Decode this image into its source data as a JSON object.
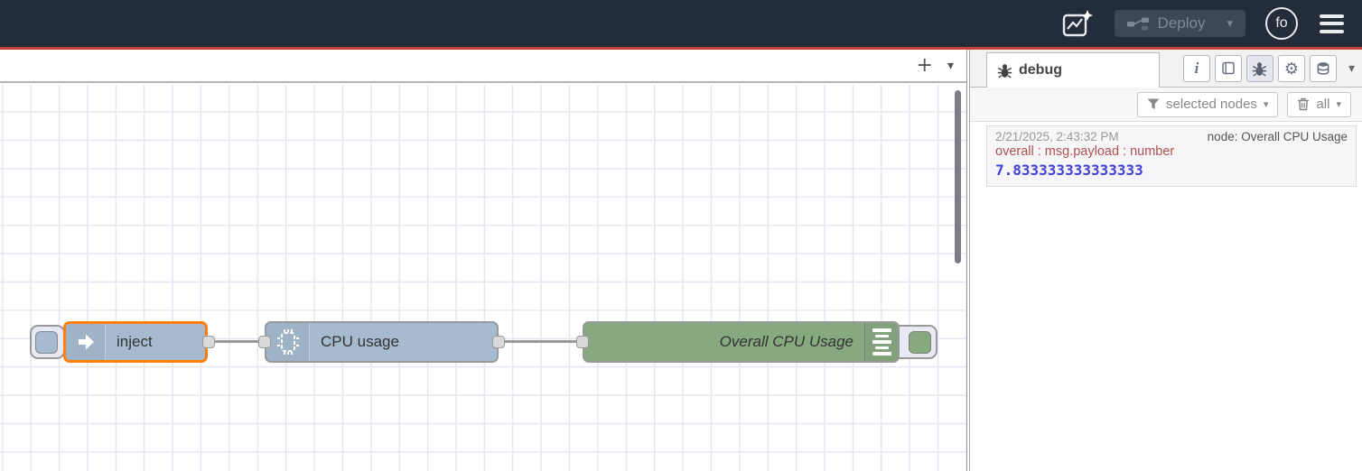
{
  "colors": {
    "header_bg": "#232d3a",
    "header_accent_line": "#c4413a",
    "deploy_bg": "#3e4754",
    "deploy_text": "#7e8795",
    "canvas_grid": "#e6e6f2",
    "node_blue": "#a6bbcf",
    "node_green": "#87a980",
    "node_border": "#999999",
    "selected_node_border": "#ff7f0e",
    "wire": "#999999",
    "port_bg": "#d9d9d9",
    "debug_property_text": "#b05050",
    "debug_value_text": "#4040d6"
  },
  "header": {
    "deploy": {
      "label": "Deploy",
      "caret": "▾"
    },
    "avatar_initials": "fo",
    "icons": [
      "flow-sparkle-icon",
      "deploy-nodes-icon",
      "main-menu-icon"
    ]
  },
  "workspace": {
    "add_tab_label": "+",
    "tab_menu_caret": "▾"
  },
  "flow": {
    "nodes": [
      {
        "label": "inject",
        "type": "inject",
        "selected": true,
        "icon": "arrow-right-icon"
      },
      {
        "label": "CPU usage",
        "type": "cpu",
        "selected": false,
        "icon": "chip-icon"
      },
      {
        "label": "Overall CPU Usage",
        "type": "debug",
        "selected": false,
        "icon": "debug-list-icon"
      }
    ]
  },
  "sidebar": {
    "tab": {
      "label": "debug",
      "icon": "bug-icon"
    },
    "panel_caret": "▾",
    "header_buttons": [
      "info-button",
      "docs-button",
      "debug-button",
      "config-nodes-button",
      "context-data-button"
    ],
    "toolbar": {
      "filter_label": "selected nodes",
      "filter_caret": "▾",
      "filter_icon": "funnel-icon",
      "clear_label": "all",
      "clear_caret": "▾",
      "clear_icon": "trash-icon"
    },
    "messages": [
      {
        "timestamp": "2/21/2025, 2:43:32 PM",
        "source": "node: Overall CPU Usage",
        "property": "overall : msg.payload : number",
        "value": "7.833333333333333"
      }
    ]
  }
}
